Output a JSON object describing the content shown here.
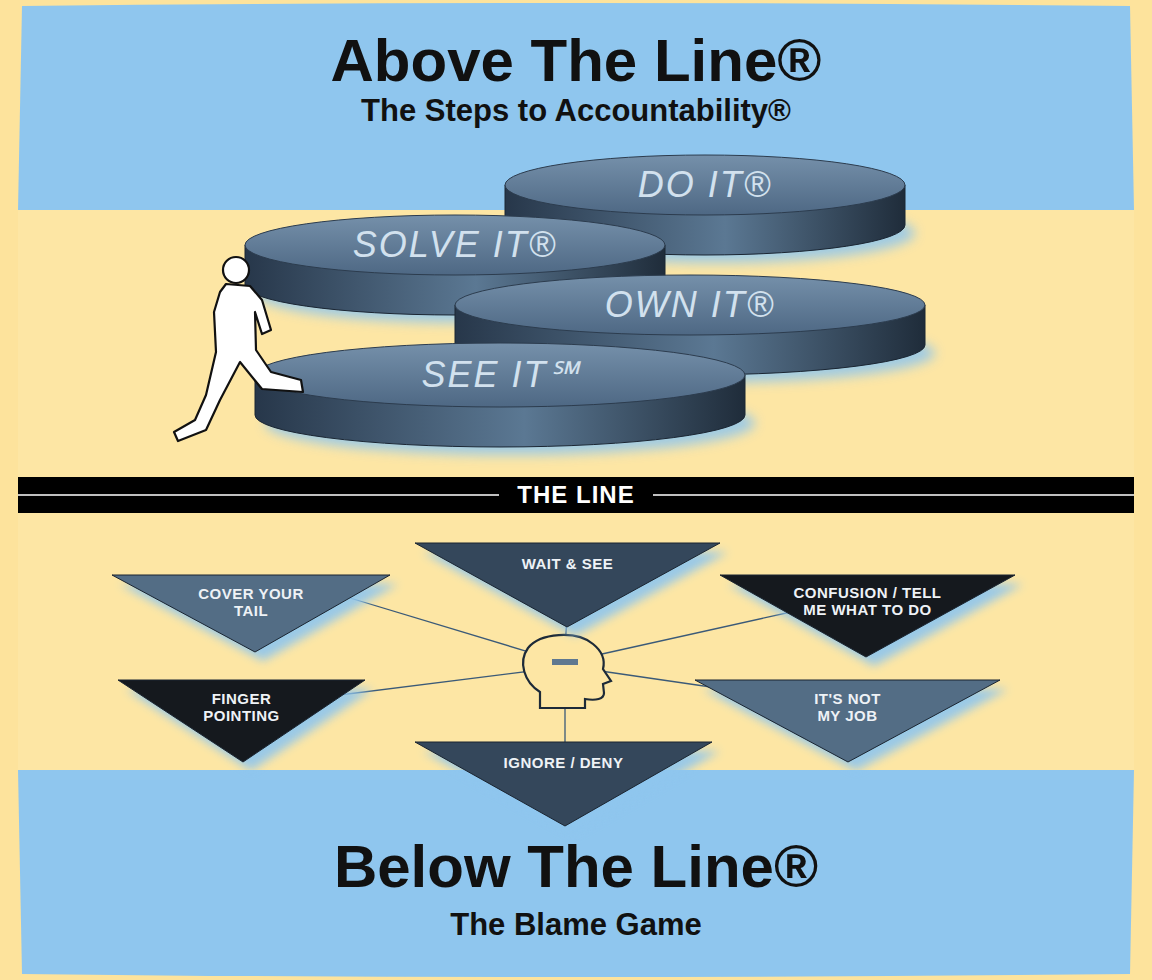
{
  "diagram": {
    "title": "Above The Line®",
    "nodes": [
      {
        "text": [
          "DO IT®"
        ]
      },
      {
        "text": [
          "SOLVE IT®"
        ]
      },
      {
        "text": [
          "OWN IT®"
        ]
      },
      {
        "text": [
          "SEE IT℠"
        ]
      },
      {
        "text": [
          "THE LINE"
        ]
      },
      {
        "text": [
          "COVER YOUR TAIL"
        ]
      },
      {
        "text": [
          "WAIT & SEE"
        ]
      },
      {
        "text": [
          "CONFUSION / TELL ME WHAT TO DO"
        ]
      },
      {
        "text": [
          "FINGER POINTING"
        ]
      },
      {
        "text": [
          "IT'S NOT MY JOB"
        ]
      },
      {
        "text": [
          "IGNORE / DENY"
        ]
      }
    ],
    "labels": [
      "The Steps to Accountability®",
      "Below The Line®",
      "The Blame Game"
    ]
  }
}
